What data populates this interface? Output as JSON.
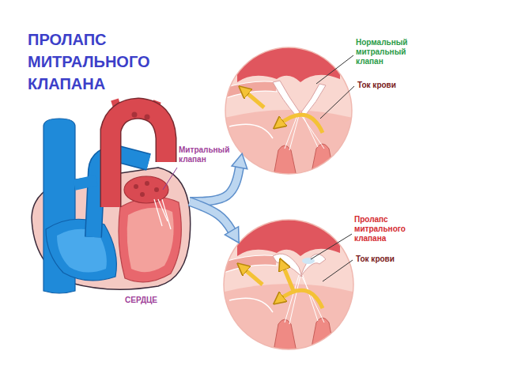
{
  "diagram": {
    "title": "ПРОЛАПС МИТРАЛЬНОГО КЛАПАНА",
    "nodes": [
      {
        "text": [
          "СЕРДЦЕ"
        ]
      },
      {
        "text": [
          "Нормальный митральный клапан"
        ]
      },
      {
        "text": [
          "Пролапс митрального клапана"
        ]
      }
    ],
    "edges": [
      {
        "from": 0,
        "to": 1,
        "arrow": "to"
      },
      {
        "from": 0,
        "to": 2,
        "arrow": "to"
      }
    ],
    "labels": [
      "Митральный клапан",
      "Ток крови",
      "Ток крови"
    ]
  }
}
